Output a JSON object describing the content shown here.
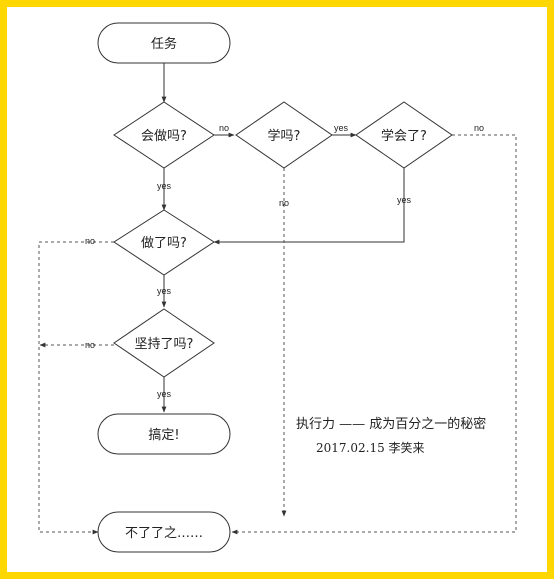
{
  "colors": {
    "border": "#ffd700",
    "line": "#333333"
  },
  "nodes": {
    "start": "任务",
    "can_do": "会做吗?",
    "learn": "学吗?",
    "learned": "学会了?",
    "done": "做了吗?",
    "persist": "坚持了吗?",
    "finish": "搞定!",
    "end": "不了了之……"
  },
  "edges": {
    "can_do_no": "no",
    "learn_yes": "yes",
    "learned_no": "no",
    "can_do_yes": "yes",
    "learn_no": "no",
    "learned_yes": "yes",
    "done_no": "no",
    "done_yes": "yes",
    "persist_no": "no",
    "persist_yes": "yes"
  },
  "caption": {
    "title": "执行力 —— 成为百分之一的秘密",
    "byline": "2017.02.15 李笑来"
  }
}
